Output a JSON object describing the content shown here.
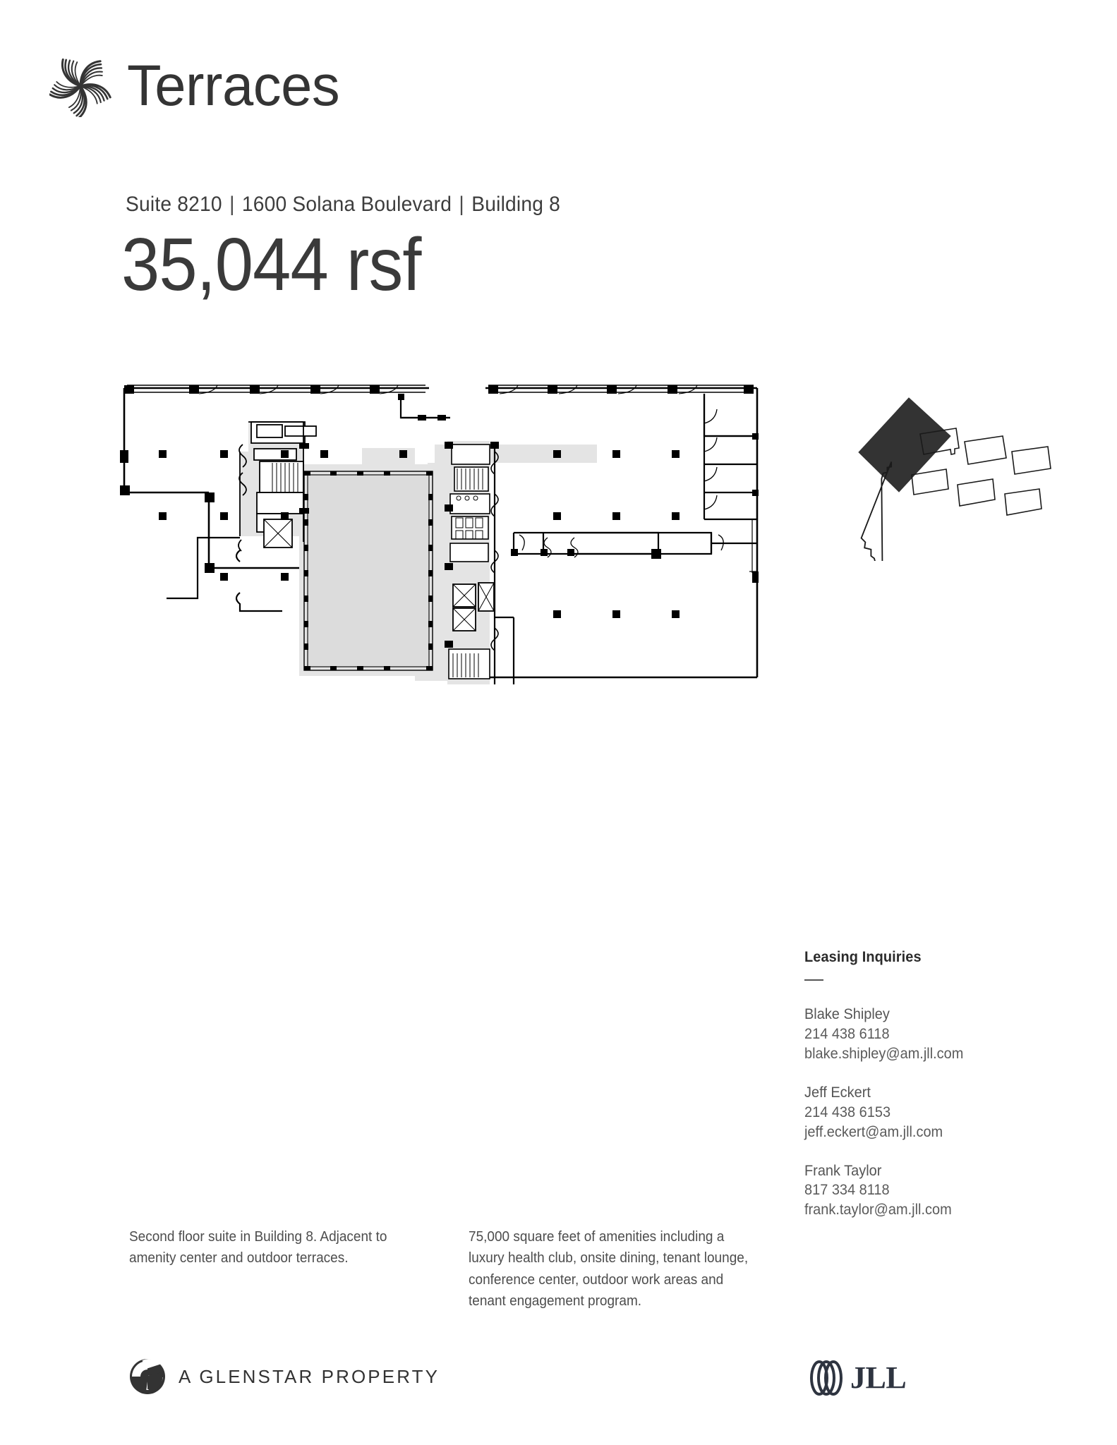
{
  "brand": {
    "name": "Terraces",
    "logo_icon": "terraces-swirl-icon",
    "color": "#343434"
  },
  "header": {
    "suite": "Suite 8210",
    "address": "1600 Solana Boulevard",
    "building": "Building 8",
    "separator": "|",
    "area": "35,044 rsf"
  },
  "floorplan": {
    "label": "second-floor-plan",
    "atrium_fill": "#dcdcdc",
    "corridor_fill": "#e3e3e3",
    "line_color": "#000000"
  },
  "keyplan": {
    "label": "site-key-plan",
    "highlighted_building_fill": "#333333",
    "outline_color": "#1a1a1a",
    "buildings_outlined": 7,
    "buildings_highlighted": 1
  },
  "leasing": {
    "title": "Leasing Inquiries",
    "contacts": [
      {
        "name": "Blake Shipley",
        "phone": "214 438 6118",
        "email": "blake.shipley@am.jll.com"
      },
      {
        "name": "Jeff Eckert",
        "phone": "214 438 6153",
        "email": "jeff.eckert@am.jll.com"
      },
      {
        "name": "Frank Taylor",
        "phone": "817 334 8118",
        "email": "frank.taylor@am.jll.com"
      }
    ]
  },
  "descriptions": {
    "left": "Second floor suite in Building 8. Adjacent to amenity center and outdoor terraces.",
    "right": "75,000 square feet of amenities including a luxury health club, onsite dining, tenant lounge, conference center, outdoor work areas and tenant engagement program."
  },
  "footer": {
    "glenstar_label": "A GLENSTAR PROPERTY",
    "glenstar_icon": "glenstar-circle-icon",
    "jll_label": "JLL",
    "jll_icon": "jll-rings-icon"
  }
}
